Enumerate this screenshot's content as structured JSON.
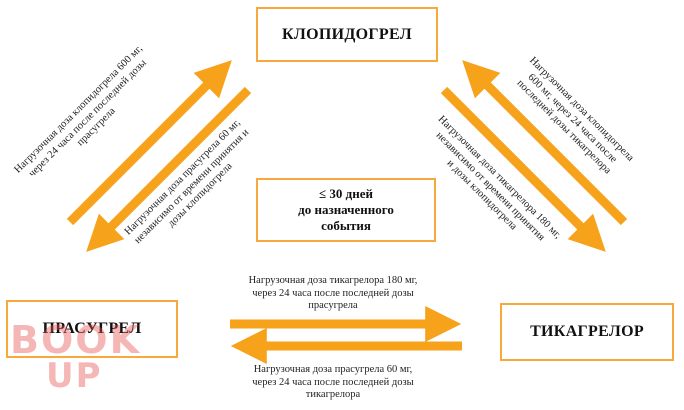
{
  "boxes": {
    "clopidogrel": "КЛОПИДОГРЕЛ",
    "prasugrel": "ПРАСУГРЕЛ",
    "ticagrelor": "ТИКАГРЕЛОР"
  },
  "center": {
    "line1": "≤ 30 дней",
    "line2": "до назначенного",
    "line3": "события"
  },
  "notes": {
    "clop_to_pras": [
      "Нагрузочная доза клопидогрела 600 мг,",
      "через 24 часа после последней дозы",
      "прасугрела"
    ],
    "pras_to_clop": [
      "Нагрузочная доза прасугрела 60 мг,",
      "независимо от времени принятия и",
      "дозы клопидогрела"
    ],
    "clop_to_tica": [
      "Нагрузочная доза клопидогрела",
      "600 мг, через 24 часа после",
      "последней дозы тикагрелора"
    ],
    "tica_to_clop": [
      "Нагрузочная доза тикагрелора 180 мг,",
      "независимо от времени принятия",
      "и дозы клопидогрела"
    ],
    "pras_to_tica": [
      "Нагрузочная доза тикагрелора 180 мг,",
      "через 24 часа после последней дозы",
      "прасугрела"
    ],
    "tica_to_pras": [
      "Нагрузочная доза прасугрела 60 мг,",
      "через 24 часа после последней дозы",
      "тикагрелора"
    ]
  },
  "watermark": [
    "BOOK",
    "UP"
  ],
  "colors": {
    "arrow": "#f7a21b",
    "box_border": "#f7a93b",
    "watermark": "#e65050"
  }
}
